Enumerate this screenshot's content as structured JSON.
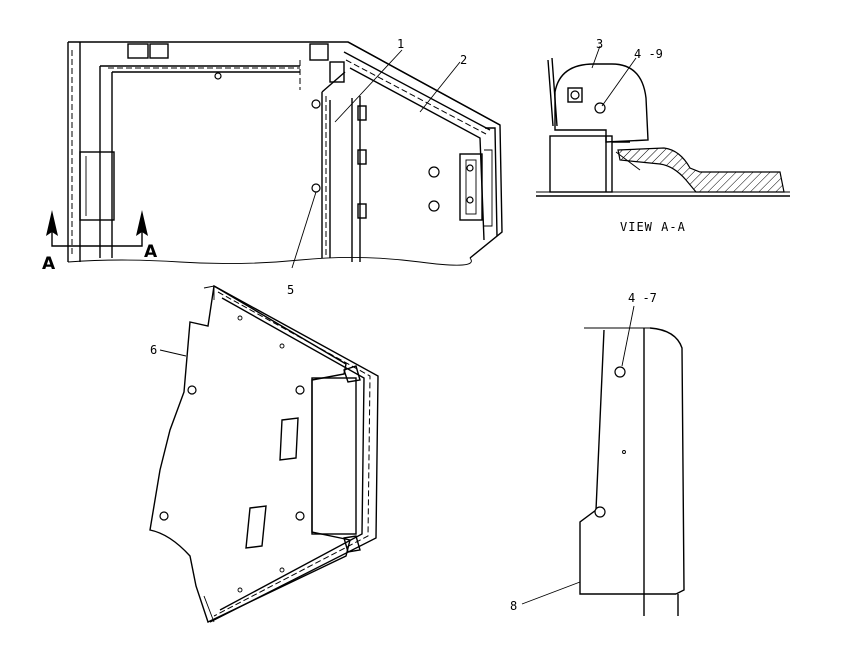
{
  "labels": {
    "callout_1": "1",
    "callout_2": "2",
    "callout_3": "3",
    "callout_4_9": "4 -9",
    "callout_5": "5",
    "callout_6": "6",
    "callout_4_7": "4 -7",
    "callout_8": "8",
    "section_a_left": "A",
    "section_a_right": "A",
    "view_title": "VIEW A-A"
  },
  "views": {
    "main_assembly": "assembly",
    "view_aa": "section",
    "panel_6": "panel",
    "side_cover": "cover"
  },
  "icons": {
    "section_arrow": "section-arrow-icon"
  }
}
